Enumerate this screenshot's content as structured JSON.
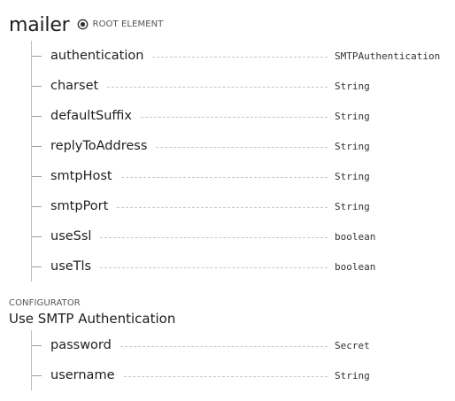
{
  "header": {
    "title": "mailer",
    "root_badge": "ROOT ELEMENT",
    "root_icon": "gear-icon"
  },
  "properties": [
    {
      "name": "authentication",
      "type": "SMTPAuthentication"
    },
    {
      "name": "charset",
      "type": "String"
    },
    {
      "name": "defaultSuffix",
      "type": "String"
    },
    {
      "name": "replyToAddress",
      "type": "String"
    },
    {
      "name": "smtpHost",
      "type": "String"
    },
    {
      "name": "smtpPort",
      "type": "String"
    },
    {
      "name": "useSsl",
      "type": "boolean"
    },
    {
      "name": "useTls",
      "type": "boolean"
    }
  ],
  "configurator": {
    "label": "CONFIGURATOR",
    "title": "Use SMTP Authentication",
    "properties": [
      {
        "name": "password",
        "type": "Secret"
      },
      {
        "name": "username",
        "type": "String"
      }
    ]
  }
}
